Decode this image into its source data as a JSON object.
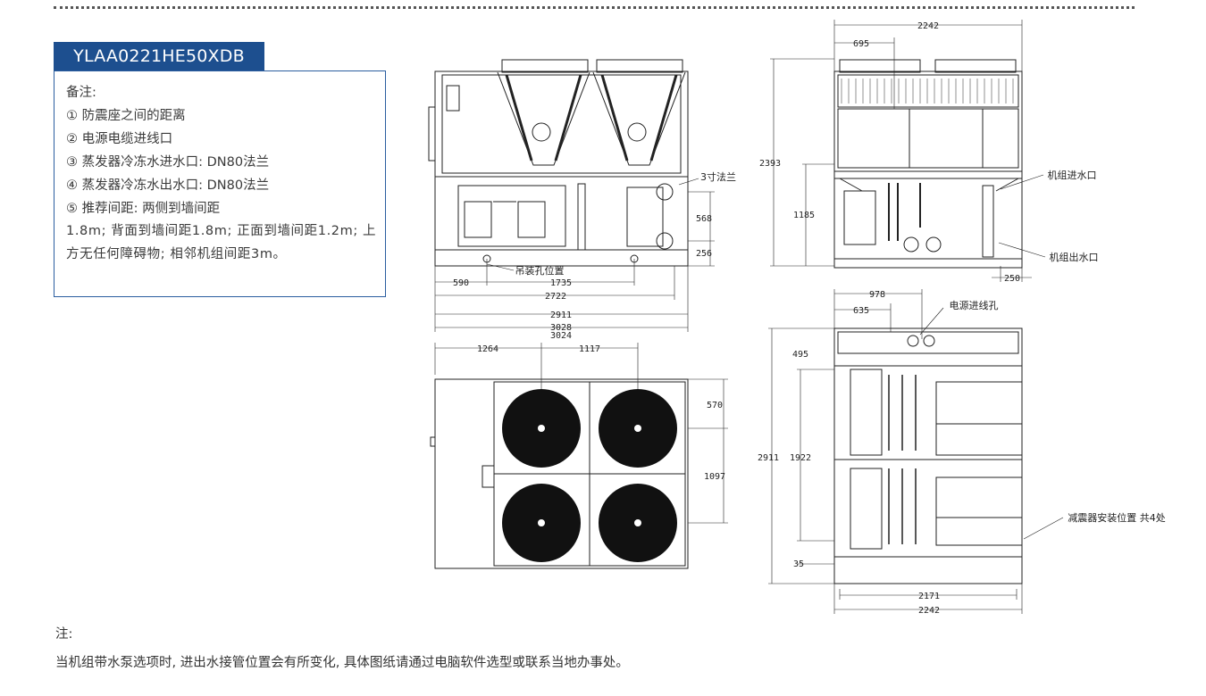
{
  "model": "YLAA0221HE50XDB",
  "notes": {
    "title": "备注:",
    "items": [
      "① 防震座之间的距离",
      "② 电源电缆进线口",
      "③ 蒸发器冷冻水进水口: DN80法兰",
      "④ 蒸发器冷冻水出水口: DN80法兰",
      "⑤ 推荐间距: 两侧到墙间距"
    ],
    "continuation": "1.8m; 背面到墙间距1.8m; 正面到墙间距1.2m; 上方无任何障碍物; 相邻机组间距3m。"
  },
  "front_view": {
    "dims": {
      "d590": "590",
      "d1735": "1735",
      "d2722": "2722",
      "d2911": "2911",
      "d3028": "3028",
      "d3024": "3024",
      "d568": "568",
      "d256": "256"
    },
    "labels": {
      "flange": "3寸法兰",
      "lift_hole": "吊装孔位置"
    }
  },
  "side_view": {
    "dims": {
      "d2242": "2242",
      "d695": "695",
      "d2393": "2393",
      "d1185": "1185",
      "d250": "250"
    },
    "labels": {
      "inlet": "机组进水口",
      "outlet": "机组出水口"
    }
  },
  "top_view": {
    "dims": {
      "d1264": "1264",
      "d1117": "1117",
      "d570": "570",
      "d1097": "1097"
    }
  },
  "plan_view": {
    "dims": {
      "d978": "978",
      "d635": "635",
      "d495": "495",
      "d2911": "2911",
      "d1922": "1922",
      "d35": "35",
      "d2171": "2171",
      "d2242": "2242"
    },
    "labels": {
      "power_hole": "电源进线孔",
      "isolator": "减震器安装位置  共4处"
    }
  },
  "footer": {
    "label": "注:",
    "text": "当机组带水泵选项时, 进出水接管位置会有所变化, 具体图纸请通过电脑软件选型或联系当地办事处。"
  }
}
